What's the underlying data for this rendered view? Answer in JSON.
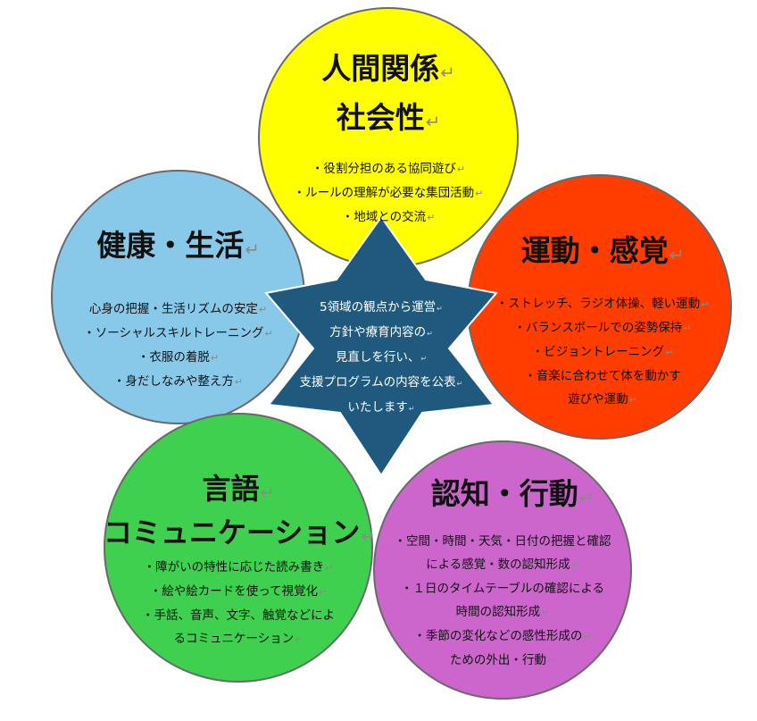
{
  "colors": {
    "social": "#ffff00",
    "health": "#88c9ea",
    "motor": "#ff3d00",
    "language": "#3fd04f",
    "cognition": "#cc66cc",
    "star": "#1f5a7e"
  },
  "return_mark": "↵",
  "domains": {
    "social": {
      "title_lines": [
        "人間関係",
        "社会性"
      ],
      "items": [
        "・役割分担のある協同遊び",
        "・ルールの理解が必要な集団活動",
        "・地域との交流"
      ]
    },
    "health": {
      "title_lines": [
        "健康・生活"
      ],
      "items": [
        "心身の把握・生活リズムの安定",
        "・ソーシャルスキルトレーニング",
        "・衣服の着脱",
        "・身だしなみや整え方"
      ]
    },
    "motor": {
      "title_lines": [
        "運動・感覚"
      ],
      "items": [
        "・ストレッチ、ラジオ体操、軽い運動",
        "・バランスボールでの姿勢保持",
        "・ビジョントレーニング",
        "・音楽に合わせて体を動かす",
        "遊びや運動"
      ]
    },
    "language": {
      "title_lines": [
        "言語",
        "コミュニケーション"
      ],
      "items": [
        "・障がいの特性に応じた読み書き",
        "・絵や絵カードを使って視覚化",
        "・手話、音声、文字、触覚などによ",
        "るコミュニケーション"
      ]
    },
    "cognition": {
      "title_lines": [
        "認知・行動"
      ],
      "items": [
        "・空間・時間・天気・日付の把握と確認",
        "による感覚・数の認知形成",
        "・１日のタイムテーブルの確認による",
        "時間の認知形成",
        "・季節の変化などの感性形成の",
        "ための外出・行動"
      ]
    }
  },
  "center_lines": [
    "5領域の観点から運営",
    "方針や療育内容の",
    "見直しを行い、",
    "支援プログラムの内容を公表",
    "いたします"
  ]
}
